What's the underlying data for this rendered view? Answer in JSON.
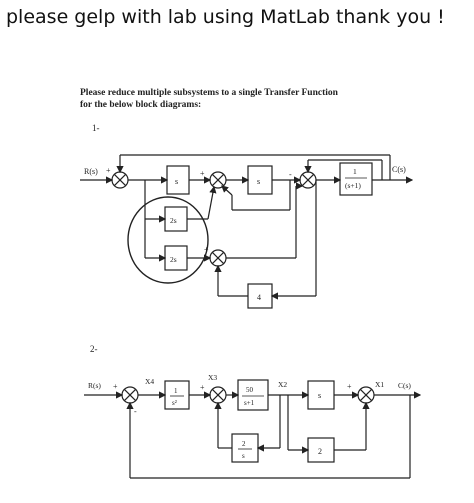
{
  "post": {
    "title": "please gelp with lab using MatLab thank you !"
  },
  "figure": {
    "instructions_line1": "Please reduce multiple subsystems to a single Transfer Function",
    "instructions_line2": "for the below block diagrams:",
    "diagram1": {
      "label": "1-",
      "input": "R(s)",
      "output": "C(s)",
      "plus": "+",
      "minus": "-",
      "block_s_1": "s",
      "block_s_2": "s",
      "block_tf_num": "1",
      "block_tf_den": "(s+1)",
      "block_2s_1": "2s",
      "block_2s_2": "2s",
      "block_4": "4"
    },
    "diagram2": {
      "label": "2-",
      "input": "R(s)",
      "output": "C(s)",
      "plus": "+",
      "minus": "-",
      "x4": "X4",
      "x3": "X3",
      "x2": "X2",
      "x1": "X1",
      "block_1_num": "1",
      "block_1_den": "s²",
      "block_50_num": "50",
      "block_50_den": "s+1",
      "block_s": "s",
      "block_2_num": "2",
      "block_2_den": "s",
      "block_2": "2"
    }
  }
}
